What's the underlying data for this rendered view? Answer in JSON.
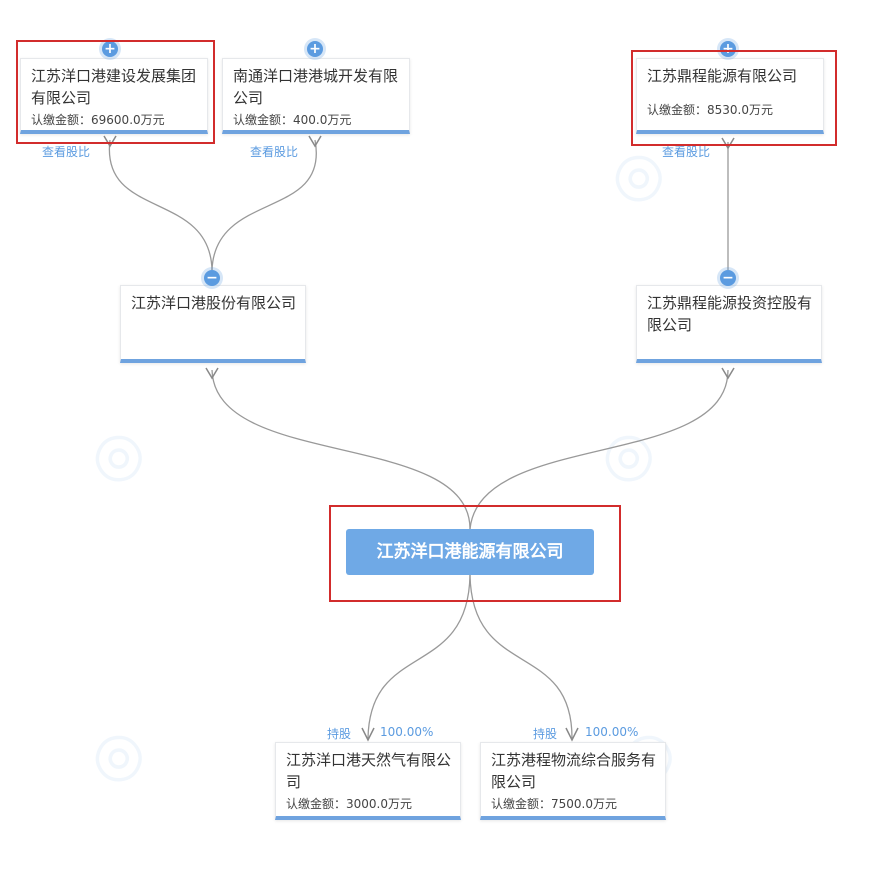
{
  "shareholders_l2": [
    {
      "name": "江苏洋口港建设发展集团有限公司",
      "amount_label": "认缴金额：",
      "amount": "69600.0万元",
      "link": "查看股比"
    },
    {
      "name": "南通洋口港港城开发有限公司",
      "amount_label": "认缴金额：",
      "amount": "400.0万元",
      "link": "查看股比"
    },
    {
      "name": "江苏鼎程能源有限公司",
      "amount_label": "认缴金额：",
      "amount": "8530.0万元",
      "link": "查看股比"
    }
  ],
  "shareholders_l1": [
    {
      "name": "江苏洋口港股份有限公司"
    },
    {
      "name": "江苏鼎程能源投资控股有限公司"
    }
  ],
  "center": {
    "name": "江苏洋口港能源有限公司"
  },
  "subsidiaries": [
    {
      "name": "江苏洋口港天然气有限公司",
      "amount_label": "认缴金额：",
      "amount": "3000.0万元",
      "edge_label": "持股",
      "percent": "100.00%"
    },
    {
      "name": "江苏港程物流综合服务有限公司",
      "amount_label": "认缴金额：",
      "amount": "7500.0万元",
      "edge_label": "持股",
      "percent": "100.00%"
    }
  ],
  "icons": {
    "expand": "+",
    "collapse": "−"
  },
  "colors": {
    "accent": "#6fa9e6",
    "highlight": "#d22c2c",
    "link": "#5b9be0"
  }
}
